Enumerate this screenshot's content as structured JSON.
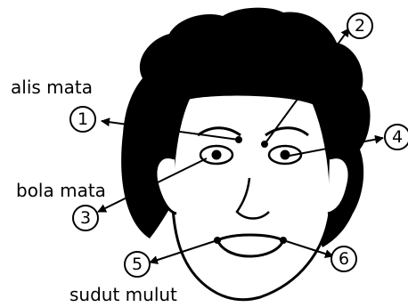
{
  "labels": {
    "eyebrow": "alis mata",
    "eyeball": "bola mata",
    "mouth_corner": "sudut mulut"
  },
  "markers": {
    "m1": "1",
    "m2": "2",
    "m3": "3",
    "m4": "4",
    "m5": "5",
    "m6": "6"
  }
}
